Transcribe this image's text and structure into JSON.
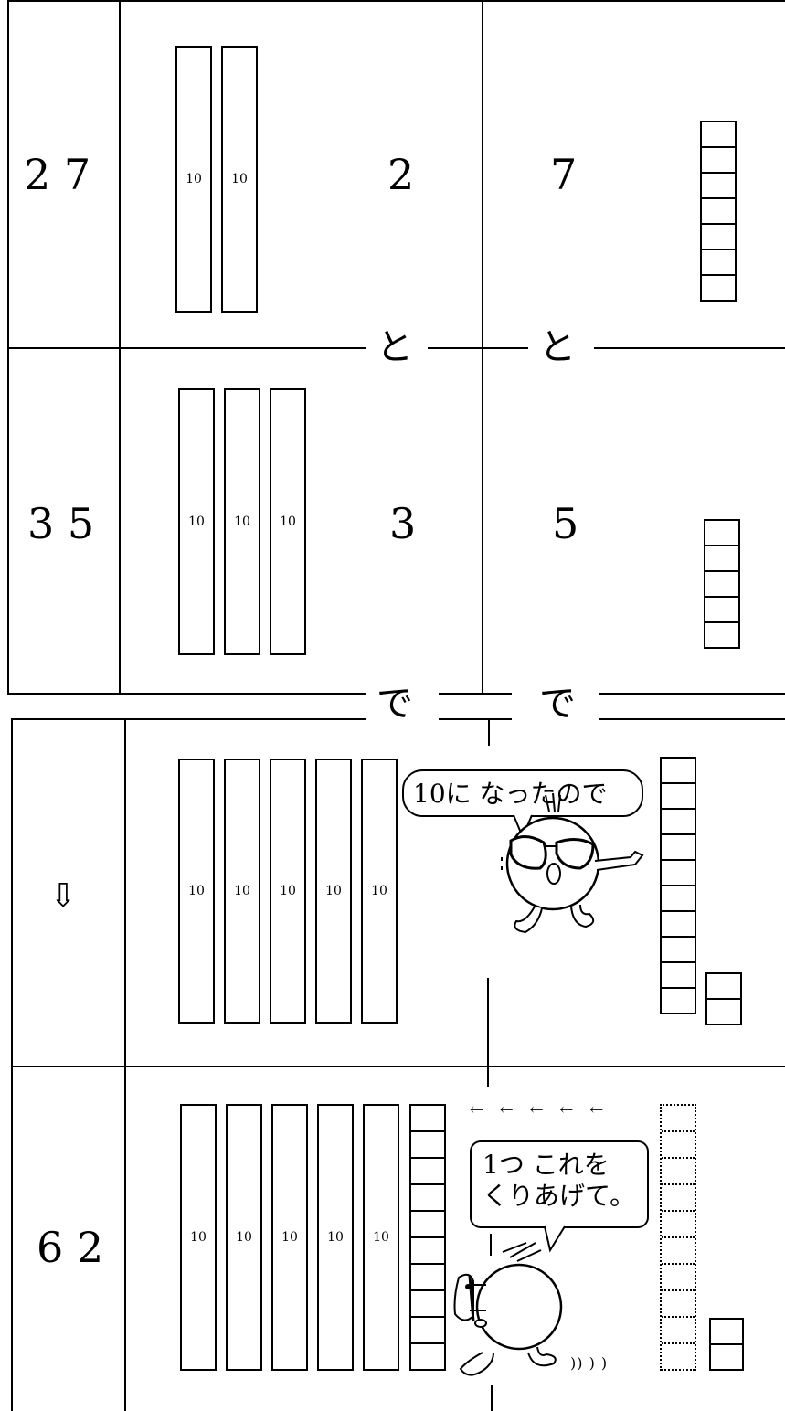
{
  "rows": [
    {
      "label": "2 7",
      "tens_digit": "2",
      "ones_digit": "7",
      "tens_rods": [
        "10",
        "10"
      ],
      "ones_count": 7
    },
    {
      "label": "3 5",
      "tens_digit": "3",
      "ones_digit": "5",
      "tens_rods": [
        "10",
        "10",
        "10"
      ],
      "ones_count": 5
    },
    {
      "label": "⇩",
      "tens_rods": [
        "10",
        "10",
        "10",
        "10",
        "10"
      ],
      "ones_count": 10,
      "extra_ones": 2,
      "speech": "10に なったので"
    },
    {
      "label": "6 2",
      "tens_rods": [
        "10",
        "10",
        "10",
        "10",
        "10"
      ],
      "carried_rod_cells": 10,
      "ghost_ones": 10,
      "extra_ones": 2,
      "speech_line1": "1つ これを",
      "speech_line2": "くりあげて。",
      "arrows": "← ← ← ← ←",
      "motion": ")) ) )"
    }
  ],
  "connector_to": "と",
  "connector_de": "で"
}
